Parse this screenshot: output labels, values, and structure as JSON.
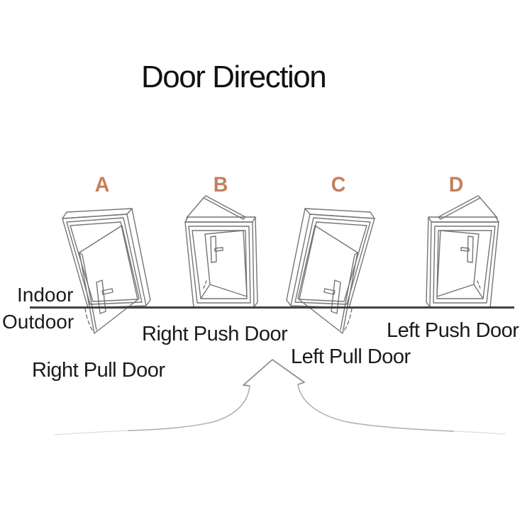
{
  "title": "Door Direction",
  "side_labels": {
    "indoor": "Indoor",
    "outdoor": "Outdoor"
  },
  "doors": [
    {
      "label": "A",
      "name": "Right Pull Door"
    },
    {
      "label": "B",
      "name": "Right Push Door"
    },
    {
      "label": "C",
      "name": "Left Pull Door"
    },
    {
      "label": "D",
      "name": "Left Push Door"
    }
  ],
  "colors": {
    "background": "#ffffff",
    "door_letter_accent": "#c67e5e",
    "wall_line": "#4a3f38",
    "text": "#1b1b1b",
    "line_art": "#757575",
    "arrow": "#8c8c8c"
  }
}
